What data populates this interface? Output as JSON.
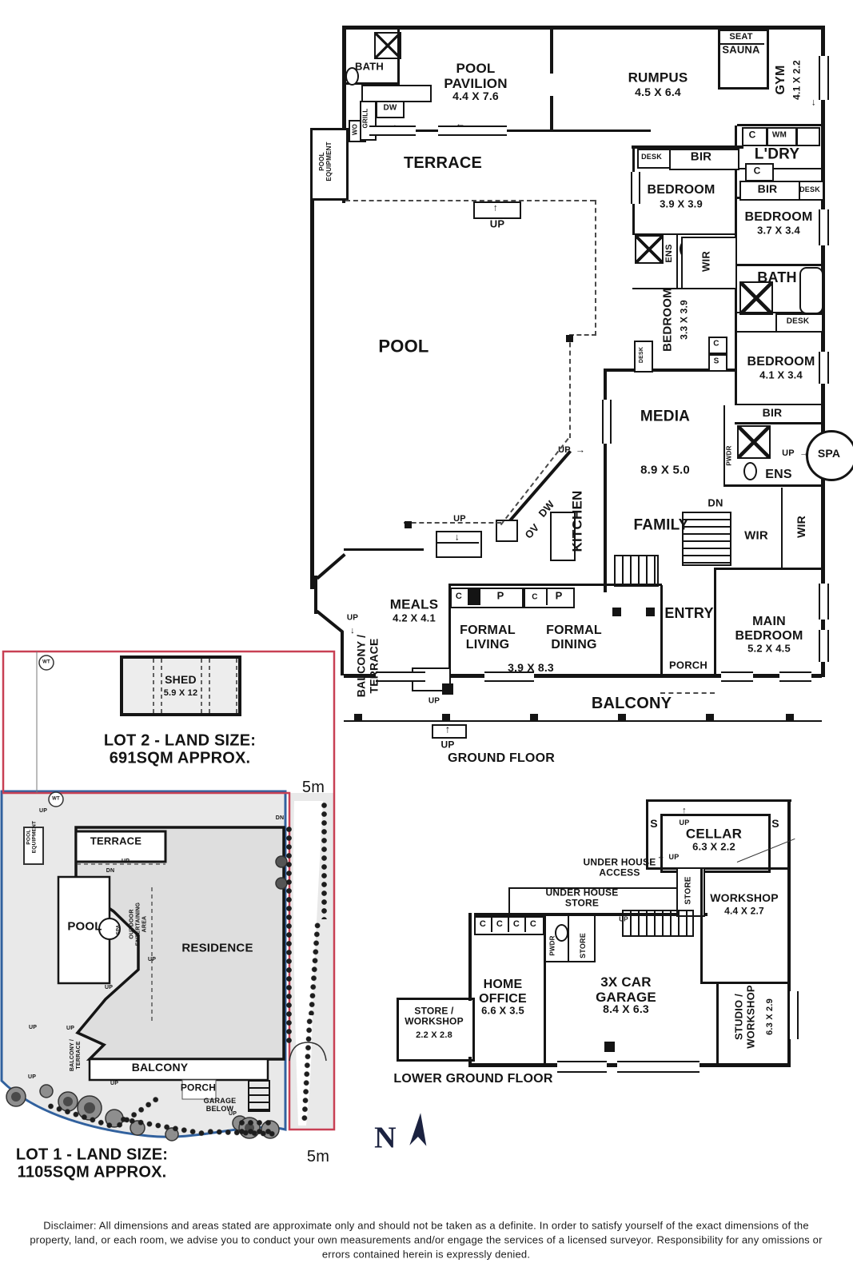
{
  "common": {
    "up": "UP",
    "dn": "DN",
    "c": "C",
    "p": "P",
    "s": "S",
    "bir": "BIR",
    "desk": "DESK",
    "wir": "WIR",
    "ens": "ENS",
    "spa": "SPA",
    "bath": "BATH",
    "dw": "DW",
    "ov": "OV",
    "wm": "WM",
    "wo": "WO",
    "wt": "WT",
    "pwdr": "PWDR",
    "store": "STORE",
    "grill": "GRILL",
    "five_m": "5m"
  },
  "icons": {
    "arrow_up": "↑",
    "arrow_down": "↓",
    "arrow_left": "←",
    "arrow_right": "→"
  },
  "gf": {
    "title": "GROUND FLOOR",
    "pool_pavilion": {
      "name": "POOL\nPAVILION",
      "dims": "4.4 X 7.6"
    },
    "rumpus": {
      "name": "RUMPUS",
      "dims": "4.5 X 6.4"
    },
    "gym": {
      "name": "GYM",
      "dims": "4.1 X 2.2"
    },
    "seat": "SEAT",
    "sauna": "SAUNA",
    "terrace": "TERRACE",
    "pool": "POOL",
    "pool_equipment": "POOL\nEQUIPMENT",
    "ldry": "L'DRY",
    "bedroom_39": {
      "name": "BEDROOM",
      "dims": "3.9 X 3.9"
    },
    "bedroom_37": {
      "name": "BEDROOM",
      "dims": "3.7 X 3.4"
    },
    "bedroom_41": {
      "name": "BEDROOM",
      "dims": "4.1 X 3.4"
    },
    "bedroom_33": {
      "name": "BEDROOM",
      "dims": "3.3 X 3.9"
    },
    "media": {
      "name": "MEDIA",
      "dims": "8.9 X 5.0"
    },
    "family": "FAMILY",
    "kitchen": "KITCHEN",
    "meals": {
      "name": "MEALS",
      "dims": "4.2 X 4.1"
    },
    "formal_living": "FORMAL\nLIVING",
    "formal_dining": "FORMAL\nDINING",
    "living_dining_dims": "3.9 X 8.3",
    "entry": "ENTRY",
    "porch": "PORCH",
    "main_bedroom": {
      "name": "MAIN\nBEDROOM",
      "dims": "5.2 X 4.5"
    },
    "balcony": "BALCONY",
    "balcony_terrace": "BALCONY /\nTERRACE"
  },
  "site": {
    "lot2_label": "LOT 2 - LAND SIZE:\n691SQM APPROX.",
    "lot1_label": "LOT 1 - LAND SIZE:\n1105SQM APPROX.",
    "shed": {
      "name": "SHED",
      "dims": "5.9 X 12"
    },
    "terrace": "TERRACE",
    "pool": "POOL",
    "residence": "RESIDENCE",
    "outdoor_area": "OUTDOOR\nENTERTAINING\nAREA",
    "balcony": "BALCONY",
    "porch": "PORCH",
    "garage_below": "GARAGE\nBELOW",
    "pool_equipment": "POOL\nEQUIPMENT",
    "balcony_terrace": "BALCONY /\nTERRACE"
  },
  "lg": {
    "title": "LOWER GROUND FLOOR",
    "cellar": {
      "name": "CELLAR",
      "dims": "6.3 X 2.2"
    },
    "under_house_access": "UNDER HOUSE\nACCESS",
    "under_house_store": "UNDER HOUSE\nSTORE",
    "workshop": {
      "name": "WORKSHOP",
      "dims": "4.4 X 2.7"
    },
    "home_office": {
      "name": "HOME\nOFFICE",
      "dims": "6.6 X 3.5"
    },
    "garage": {
      "name": "3X CAR\nGARAGE",
      "dims": "8.4 X 6.3"
    },
    "studio_workshop": {
      "name": "STUDIO /\nWORKSHOP",
      "dims": "6.3 X 2.9"
    },
    "store_workshop": {
      "name": "STORE /\nWORKSHOP",
      "dims": "2.2 X 2.8"
    }
  },
  "compass": {
    "label": "N"
  },
  "disclaimer": "Disclaimer: All dimensions and areas stated are approximate only and should not be taken as a definite. In order to satisfy yourself of the exact dimensions of the property, land, or each room, we advise you to conduct your own measurements and/or engage the services of a licensed surveyor. Responsibility for any omissions or errors contained herein is expressly denied.",
  "colors": {
    "wall": "#141414",
    "lot1_boundary": "#31619E",
    "lot2_boundary": "#C84054",
    "compass": "#1B2240",
    "site_fill": "#E9E9E9"
  }
}
